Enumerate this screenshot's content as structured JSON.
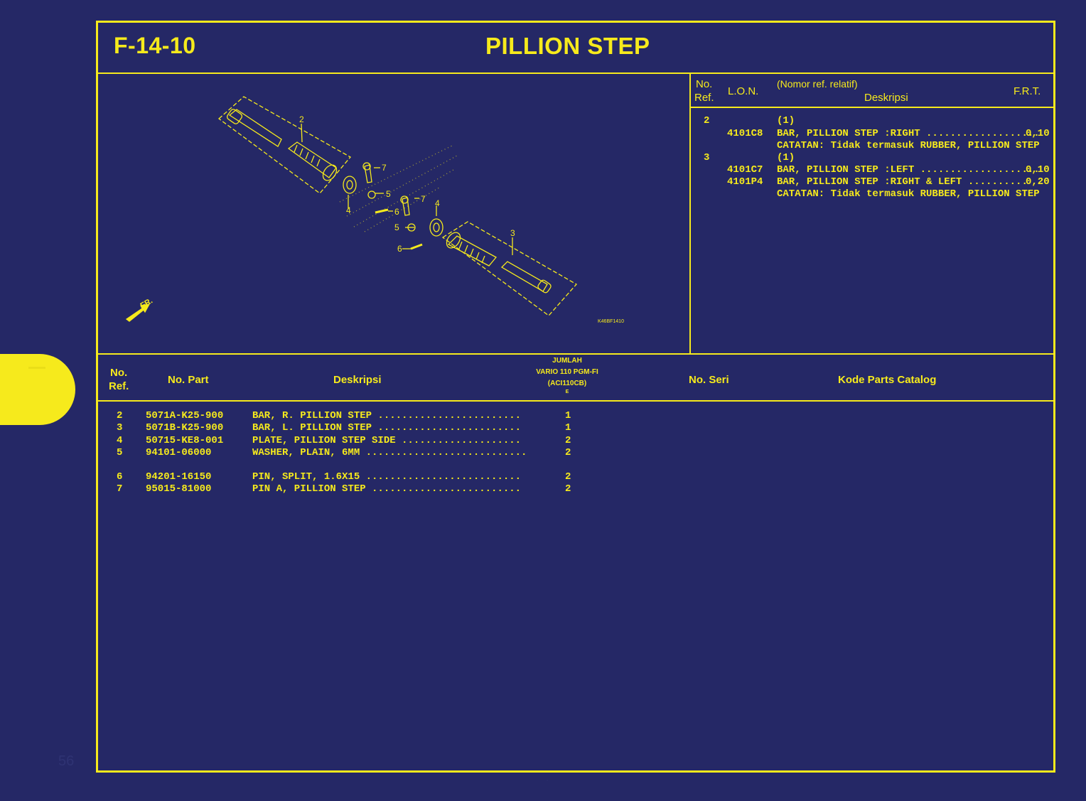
{
  "header": {
    "code": "F-14-10",
    "title": "PILLION STEP"
  },
  "diagram": {
    "callouts": [
      "2",
      "7",
      "5",
      "6",
      "7",
      "4",
      "4",
      "5",
      "6",
      "3"
    ],
    "front_label": "FR.",
    "drawing_code": "K46BF1410"
  },
  "lon_table": {
    "headers": {
      "no_ref_1": "No.",
      "no_ref_2": "Ref.",
      "lon": "L.O.N.",
      "nomor_ref": "(Nomor ref. relatif)",
      "deskripsi": "Deskripsi",
      "frt": "F.R.T."
    },
    "rows": [
      {
        "ref": "2",
        "lon": "",
        "desc": "(1)",
        "frt": ""
      },
      {
        "ref": "",
        "lon": "4101C8",
        "desc": "BAR, PILLION STEP :RIGHT ...................",
        "frt": "0,10"
      },
      {
        "ref": "",
        "lon": "",
        "desc": "CATATAN: Tidak termasuk RUBBER, PILLION STEP",
        "frt": ""
      },
      {
        "ref": "3",
        "lon": "",
        "desc": "(1)",
        "frt": ""
      },
      {
        "ref": "",
        "lon": "4101C7",
        "desc": "BAR, PILLION STEP :LEFT ....................",
        "frt": "0,10"
      },
      {
        "ref": "",
        "lon": "4101P4",
        "desc": "BAR, PILLION STEP :RIGHT & LEFT ..........",
        "frt": "0,20"
      },
      {
        "ref": "",
        "lon": "",
        "desc": "CATATAN: Tidak termasuk RUBBER, PILLION STEP",
        "frt": ""
      }
    ]
  },
  "parts_table": {
    "headers": {
      "no_ref_1": "No.",
      "no_ref_2": "Ref.",
      "no_part": "No. Part",
      "deskripsi": "Deskripsi",
      "jumlah": "JUMLAH",
      "model": "VARIO 110 PGM-FI",
      "model_code": "(ACI110CB)",
      "model_mark": "E",
      "no_seri": "No. Seri",
      "kode": "Kode Parts Catalog"
    },
    "rows": [
      {
        "ref": "2",
        "part": "5071A-K25-900",
        "desc": "BAR, R. PILLION STEP ........................",
        "qty": "1"
      },
      {
        "ref": "3",
        "part": "5071B-K25-900",
        "desc": "BAR, L. PILLION STEP ........................",
        "qty": "1"
      },
      {
        "ref": "4",
        "part": "50715-KE8-001",
        "desc": "PLATE, PILLION STEP SIDE ....................",
        "qty": "2"
      },
      {
        "ref": "5",
        "part": "94101-06000",
        "desc": "WASHER, PLAIN, 6MM ...........................",
        "qty": "2"
      },
      {
        "ref": "6",
        "part": "94201-16150",
        "desc": "PIN, SPLIT, 1.6X15 ..........................",
        "qty": "2"
      },
      {
        "ref": "7",
        "part": "95015-81000",
        "desc": "PIN A, PILLION STEP .........................",
        "qty": "2"
      }
    ]
  },
  "page": {
    "number": "56"
  },
  "colors": {
    "background": "#252866",
    "accent": "#f6ea1c"
  }
}
